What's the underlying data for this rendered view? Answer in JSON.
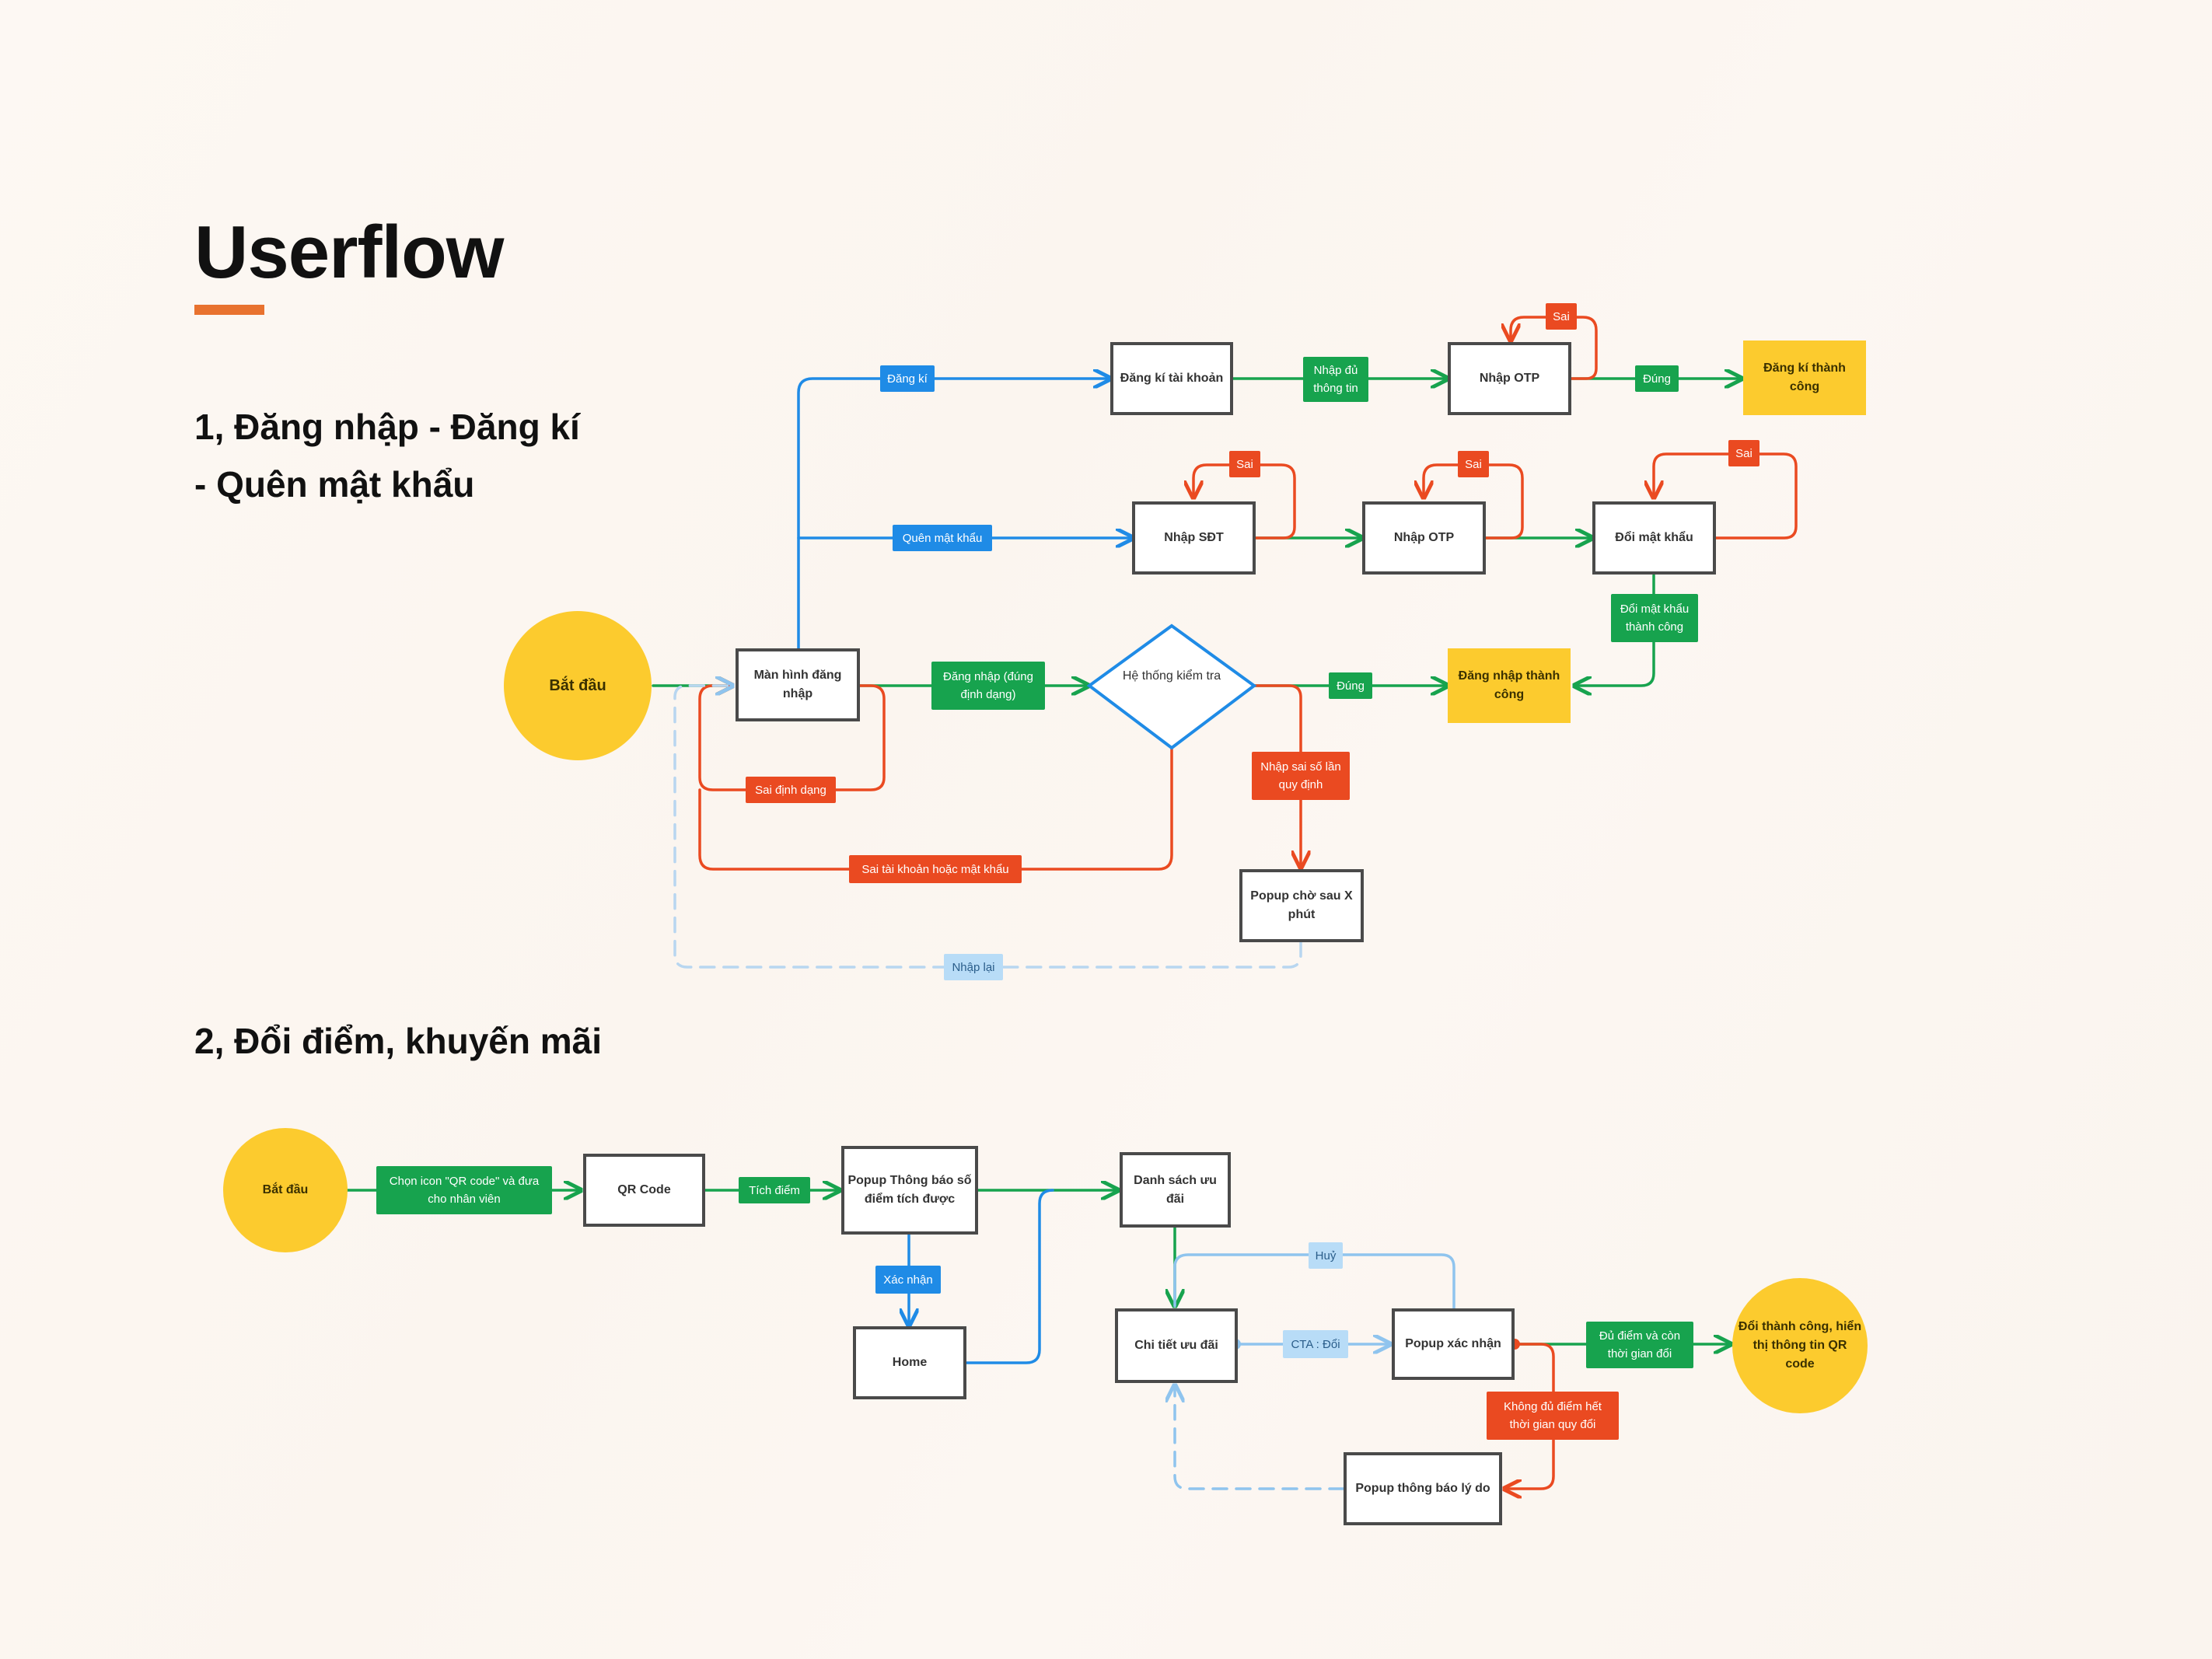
{
  "page": {
    "title": "Userflow",
    "section1_line1": "1, Đăng nhập - Đăng kí",
    "section1_line2": "- Quên mật khẩu",
    "section2": "2, Đổi điểm, khuyến mãi"
  },
  "colors": {
    "accent": "#e8722f",
    "blue_flow": "#1f8be6",
    "green_flow": "#17a34e",
    "red_flow": "#ea4a21",
    "light_blue": "#b8dcf7",
    "yellow_node": "#fccb2e"
  },
  "flow1": {
    "start": "Bắt đầu",
    "login_screen": "Màn hình đăng nhập",
    "check_system": "Hệ thống kiểm tra",
    "login_success": "Đăng nhập thành công",
    "popup_wait": "Popup chờ sau X phút",
    "register_account": "Đăng kí tài khoản",
    "otp_register": "Nhập OTP",
    "register_success": "Đăng kí thành công",
    "enter_phone": "Nhập SĐT",
    "otp_forgot": "Nhập OTP",
    "change_password": "Đổi mật khẩu",
    "labels": {
      "register": "Đăng kí",
      "forgot_password": "Quên mật khẩu",
      "enter_full_info": "Nhập đủ thông tin",
      "correct_1": "Đúng",
      "wrong_1": "Sai",
      "wrong_2": "Sai",
      "wrong_3": "Sai",
      "wrong_4": "Sai",
      "change_pw_success": "Đổi mật khẩu thành công",
      "login_valid_format": "Đăng nhập (đúng định dạng)",
      "correct_2": "Đúng",
      "wrong_format": "Sai định dạng",
      "wrong_credentials": "Sai tài khoản hoặc mật khẩu",
      "wrong_too_many": "Nhập sai số lần quy định",
      "retry": "Nhập lại"
    }
  },
  "flow2": {
    "start": "Bắt đầu",
    "qr_code": "QR Code",
    "popup_points": "Popup Thông báo số điểm tích được",
    "home": "Home",
    "offer_list": "Danh sách ưu đãi",
    "offer_detail": "Chi tiết ưu đãi",
    "popup_confirm": "Popup xác nhận",
    "popup_reason": "Popup thông báo lý do",
    "exchange_success": "Đổi thành công, hiển thị thông tin QR code",
    "labels": {
      "choose_qr": "Chọn icon \"QR code\" và đưa cho nhân viên",
      "earn_points": "Tích điểm",
      "confirm": "Xác nhận",
      "cancel": "Huỷ",
      "cta_exchange": "CTA : Đổi",
      "enough_points": "Đủ điểm và còn thời gian đổi",
      "not_enough": "Không đủ điểm hết thời gian quy đổi"
    }
  }
}
